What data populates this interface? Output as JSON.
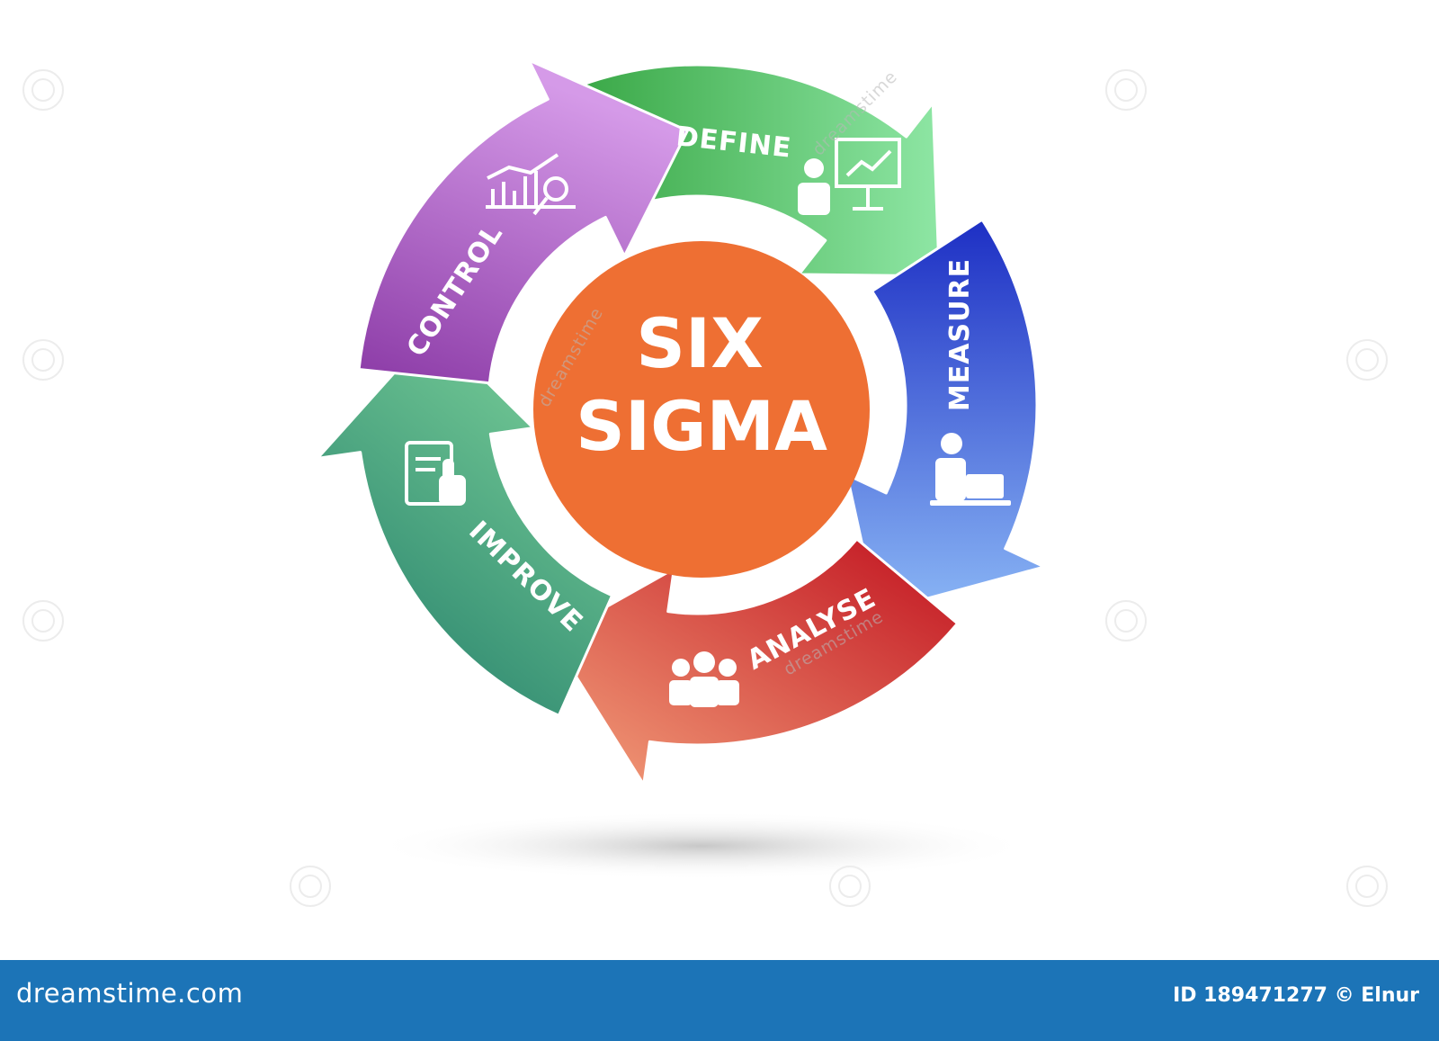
{
  "diagram": {
    "center": {
      "line1": "SIX",
      "line2": "SIGMA"
    },
    "steps": [
      {
        "label": "DEFINE",
        "icon": "presentation-icon",
        "color": "#4cbf5c"
      },
      {
        "label": "MEASURE",
        "icon": "laptop-user-icon",
        "color": "#2f4bd6"
      },
      {
        "label": "ANALYSE",
        "icon": "team-icon",
        "color": "#c8202a"
      },
      {
        "label": "IMPROVE",
        "icon": "tablet-touch-icon",
        "color": "#2f8f70"
      },
      {
        "label": "CONTROL",
        "icon": "chart-magnifier-icon",
        "color": "#a24fbf"
      }
    ],
    "center_color": "#ee6f33"
  },
  "watermark": {
    "text": "dreamstime"
  },
  "footer": {
    "brand": "dreamstime.com",
    "id_text": "ID 189471277 © Elnur",
    "color": "#1c74b7"
  }
}
